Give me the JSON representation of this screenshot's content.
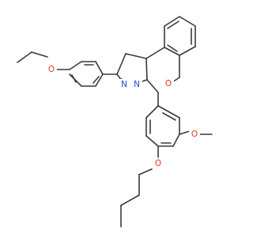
{
  "structure": {
    "atom_labels": {
      "ethoxy_oxygen": "O",
      "ring_oxygen": "O",
      "methoxy_oxygen": "O",
      "butoxy_oxygen": "O",
      "pyrazole_n_left": "N",
      "pyrazole_n_right": "N"
    },
    "colors": {
      "bond": "#3a3a3a",
      "oxygen": "#e5372e",
      "nitrogen": "#2f45d8",
      "background": "#ffffff"
    }
  }
}
